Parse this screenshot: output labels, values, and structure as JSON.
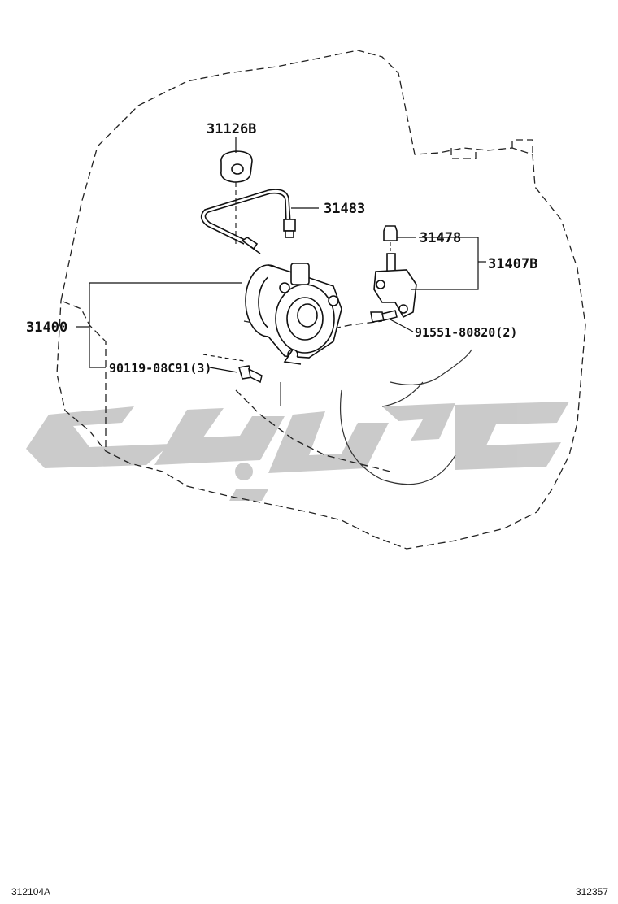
{
  "callouts": {
    "p31126B": "31126B",
    "p31483": "31483",
    "p31478": "31478",
    "p31407B": "31407B",
    "p31400": "31400",
    "p91551": "91551-80820(2)",
    "p90119": "90119-08C91(3)"
  },
  "watermark": {
    "color": "#c8c8c8"
  },
  "footer": {
    "left_code": "312104A",
    "right_code": "312357"
  }
}
